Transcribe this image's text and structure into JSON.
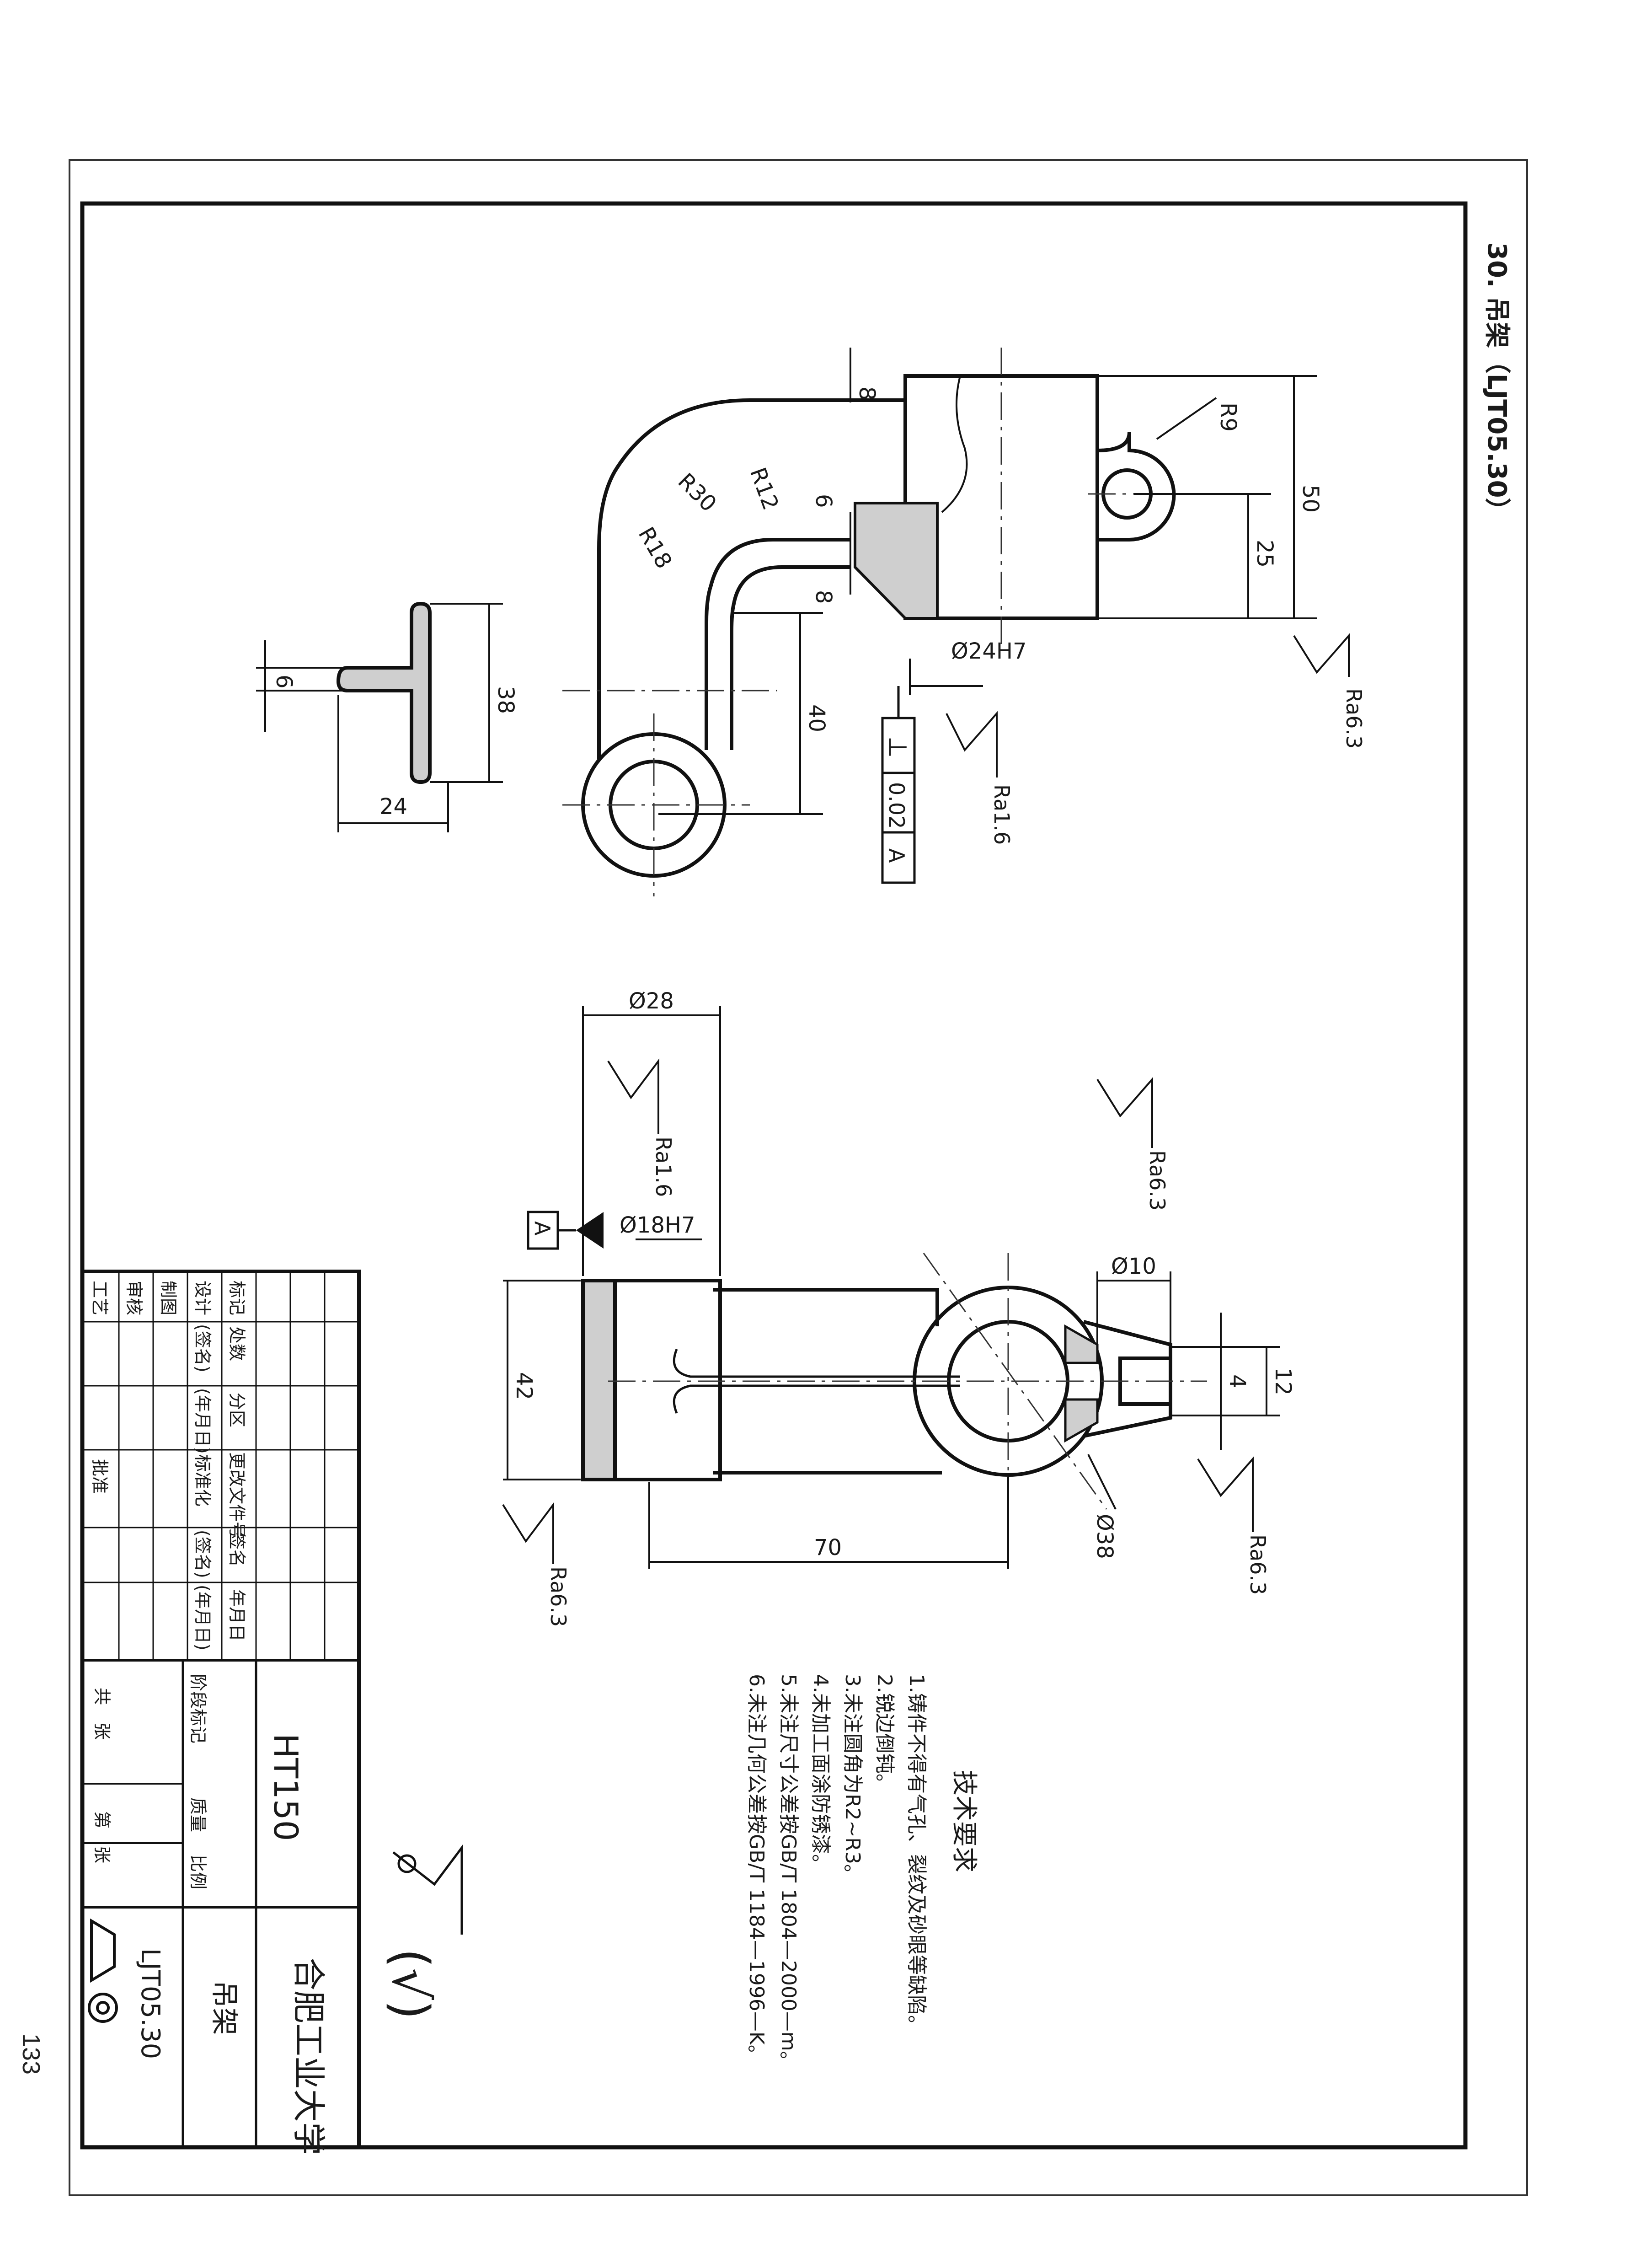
{
  "page_number": "133",
  "sheet_title": "30. 吊架（LJT05.30）",
  "top_view": {
    "dims": {
      "d8_top": "8",
      "d6": "6",
      "d8": "8",
      "d40": "40",
      "d50": "50",
      "d25": "25",
      "r9": "R9",
      "r30": "R30",
      "r12": "R12",
      "r18": "R18",
      "phi24": "Ø24H7"
    },
    "ra_right": "Ra6.3",
    "ra_mid": "Ra1.6",
    "tolerance_frame": {
      "symbol": "⊥",
      "value": "0.02",
      "datum": "A"
    }
  },
  "section_t": {
    "d6": "6",
    "d38": "38",
    "d24": "24"
  },
  "front_view": {
    "dims": {
      "phi28": "Ø28",
      "phi18": "Ø18H7",
      "d42": "42",
      "d70": "70",
      "phi10": "Ø10",
      "d12": "12",
      "d4": "4",
      "phi38": "Ø38"
    },
    "datum_label": "A",
    "ra_left_top": "Ra1.6",
    "ra_left_bottom": "Ra6.3",
    "ra_right_top": "Ra6.3",
    "ra_right_bottom": "Ra6.3"
  },
  "tech_requirements": {
    "title": "技术要求",
    "items": [
      "1.铸件不得有气孔、裂纹及砂眼等缺陷。",
      "2.锐边倒钝。",
      "3.未注圆角为R2~R3。",
      "4.未加工面涂防锈漆。",
      "5.未注尺寸公差按GB/T 1804—2000—m。",
      "6.未注几何公差按GB/T 1184—1996—K。"
    ]
  },
  "general_roughness": "(√)",
  "title_block": {
    "material": "HT150",
    "school": "合肥工业大学",
    "part_name": "吊架",
    "drawing_no": "LJT05.30",
    "row1": [
      "标记",
      "处数",
      "分区",
      "更改文件号",
      "签名",
      "年月日"
    ],
    "row2": [
      "设计",
      "(签名)",
      "(年月日)",
      "标准化",
      "(签名)",
      "(年月日)"
    ],
    "row3": [
      "制图"
    ],
    "row4": [
      "审核"
    ],
    "row5": [
      "工艺",
      "",
      "",
      "批准",
      "",
      ""
    ],
    "stage": "阶段标记",
    "mass": "质量",
    "scale": "比例",
    "sheets_total": "共　张",
    "sheet_no": "第　张"
  }
}
